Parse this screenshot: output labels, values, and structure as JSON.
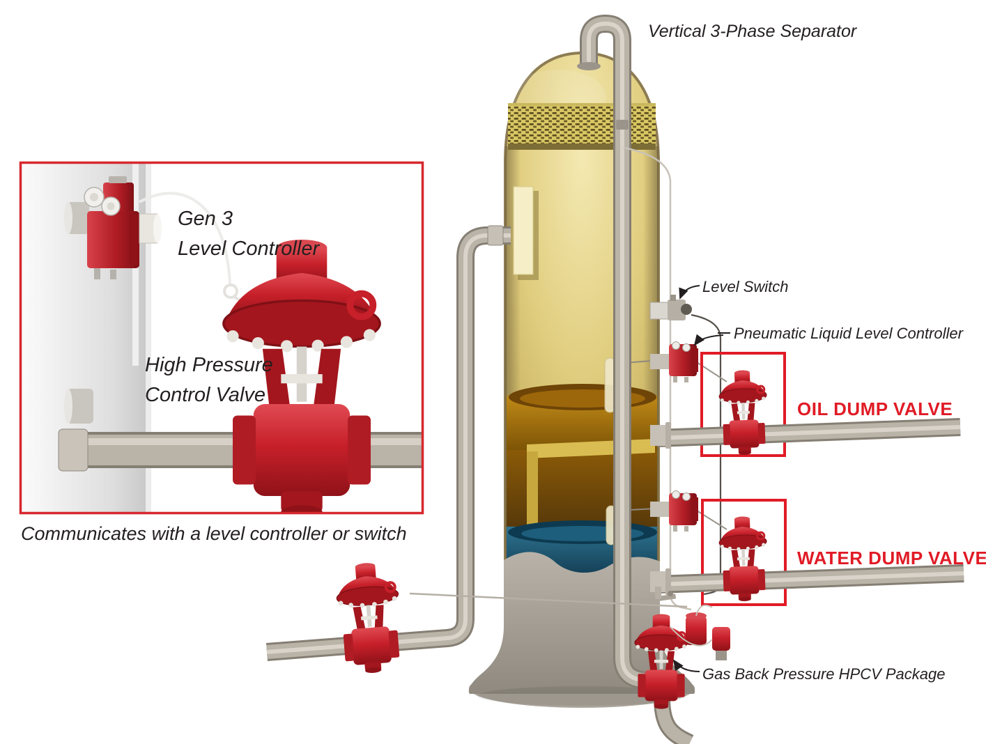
{
  "diagram_title": "Vertical 3-Phase Separator",
  "inset": {
    "controller_label": [
      "Gen 3",
      "Level Controller"
    ],
    "valve_label": [
      "High Pressure",
      "Control Valve"
    ],
    "caption": "Communicates with a level controller or switch"
  },
  "callouts": {
    "level_switch": "Level Switch",
    "pneumatic_controller": "Pneumatic Liquid Level Controller",
    "oil_dump_valve": "OIL DUMP VALVE",
    "water_dump_valve": "WATER DUMP VALVE",
    "gas_back_pressure": "Gas Back Pressure HPCV Package"
  },
  "colors": {
    "accent_red": "#e01b26",
    "valve_red": "#c7202a",
    "vessel_gold": "#d9c764",
    "oil_amber": "#9c660b",
    "water_teal": "#1d5e7c",
    "pipe_gray": "#b9b3a8",
    "label_dark": "#231f20"
  }
}
